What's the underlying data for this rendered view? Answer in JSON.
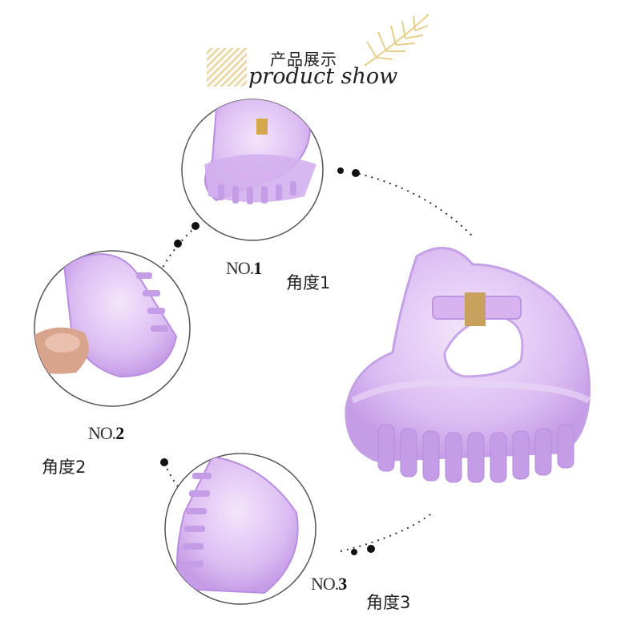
{
  "header": {
    "title_cn": "产品展示",
    "title_en": "product show"
  },
  "views": [
    {
      "prefix": "NO.",
      "num": "1",
      "angle": "角度1"
    },
    {
      "prefix": "NO.",
      "num": "2",
      "angle": "角度2"
    },
    {
      "prefix": "NO.",
      "num": "3",
      "angle": "角度3"
    }
  ],
  "colors": {
    "clip_purple": "#d9b8f0",
    "clip_edge": "#b98ee0",
    "accent_gold": "#e8d39a"
  },
  "icons": [
    "leaf-icon",
    "stripe-pattern-icon"
  ]
}
